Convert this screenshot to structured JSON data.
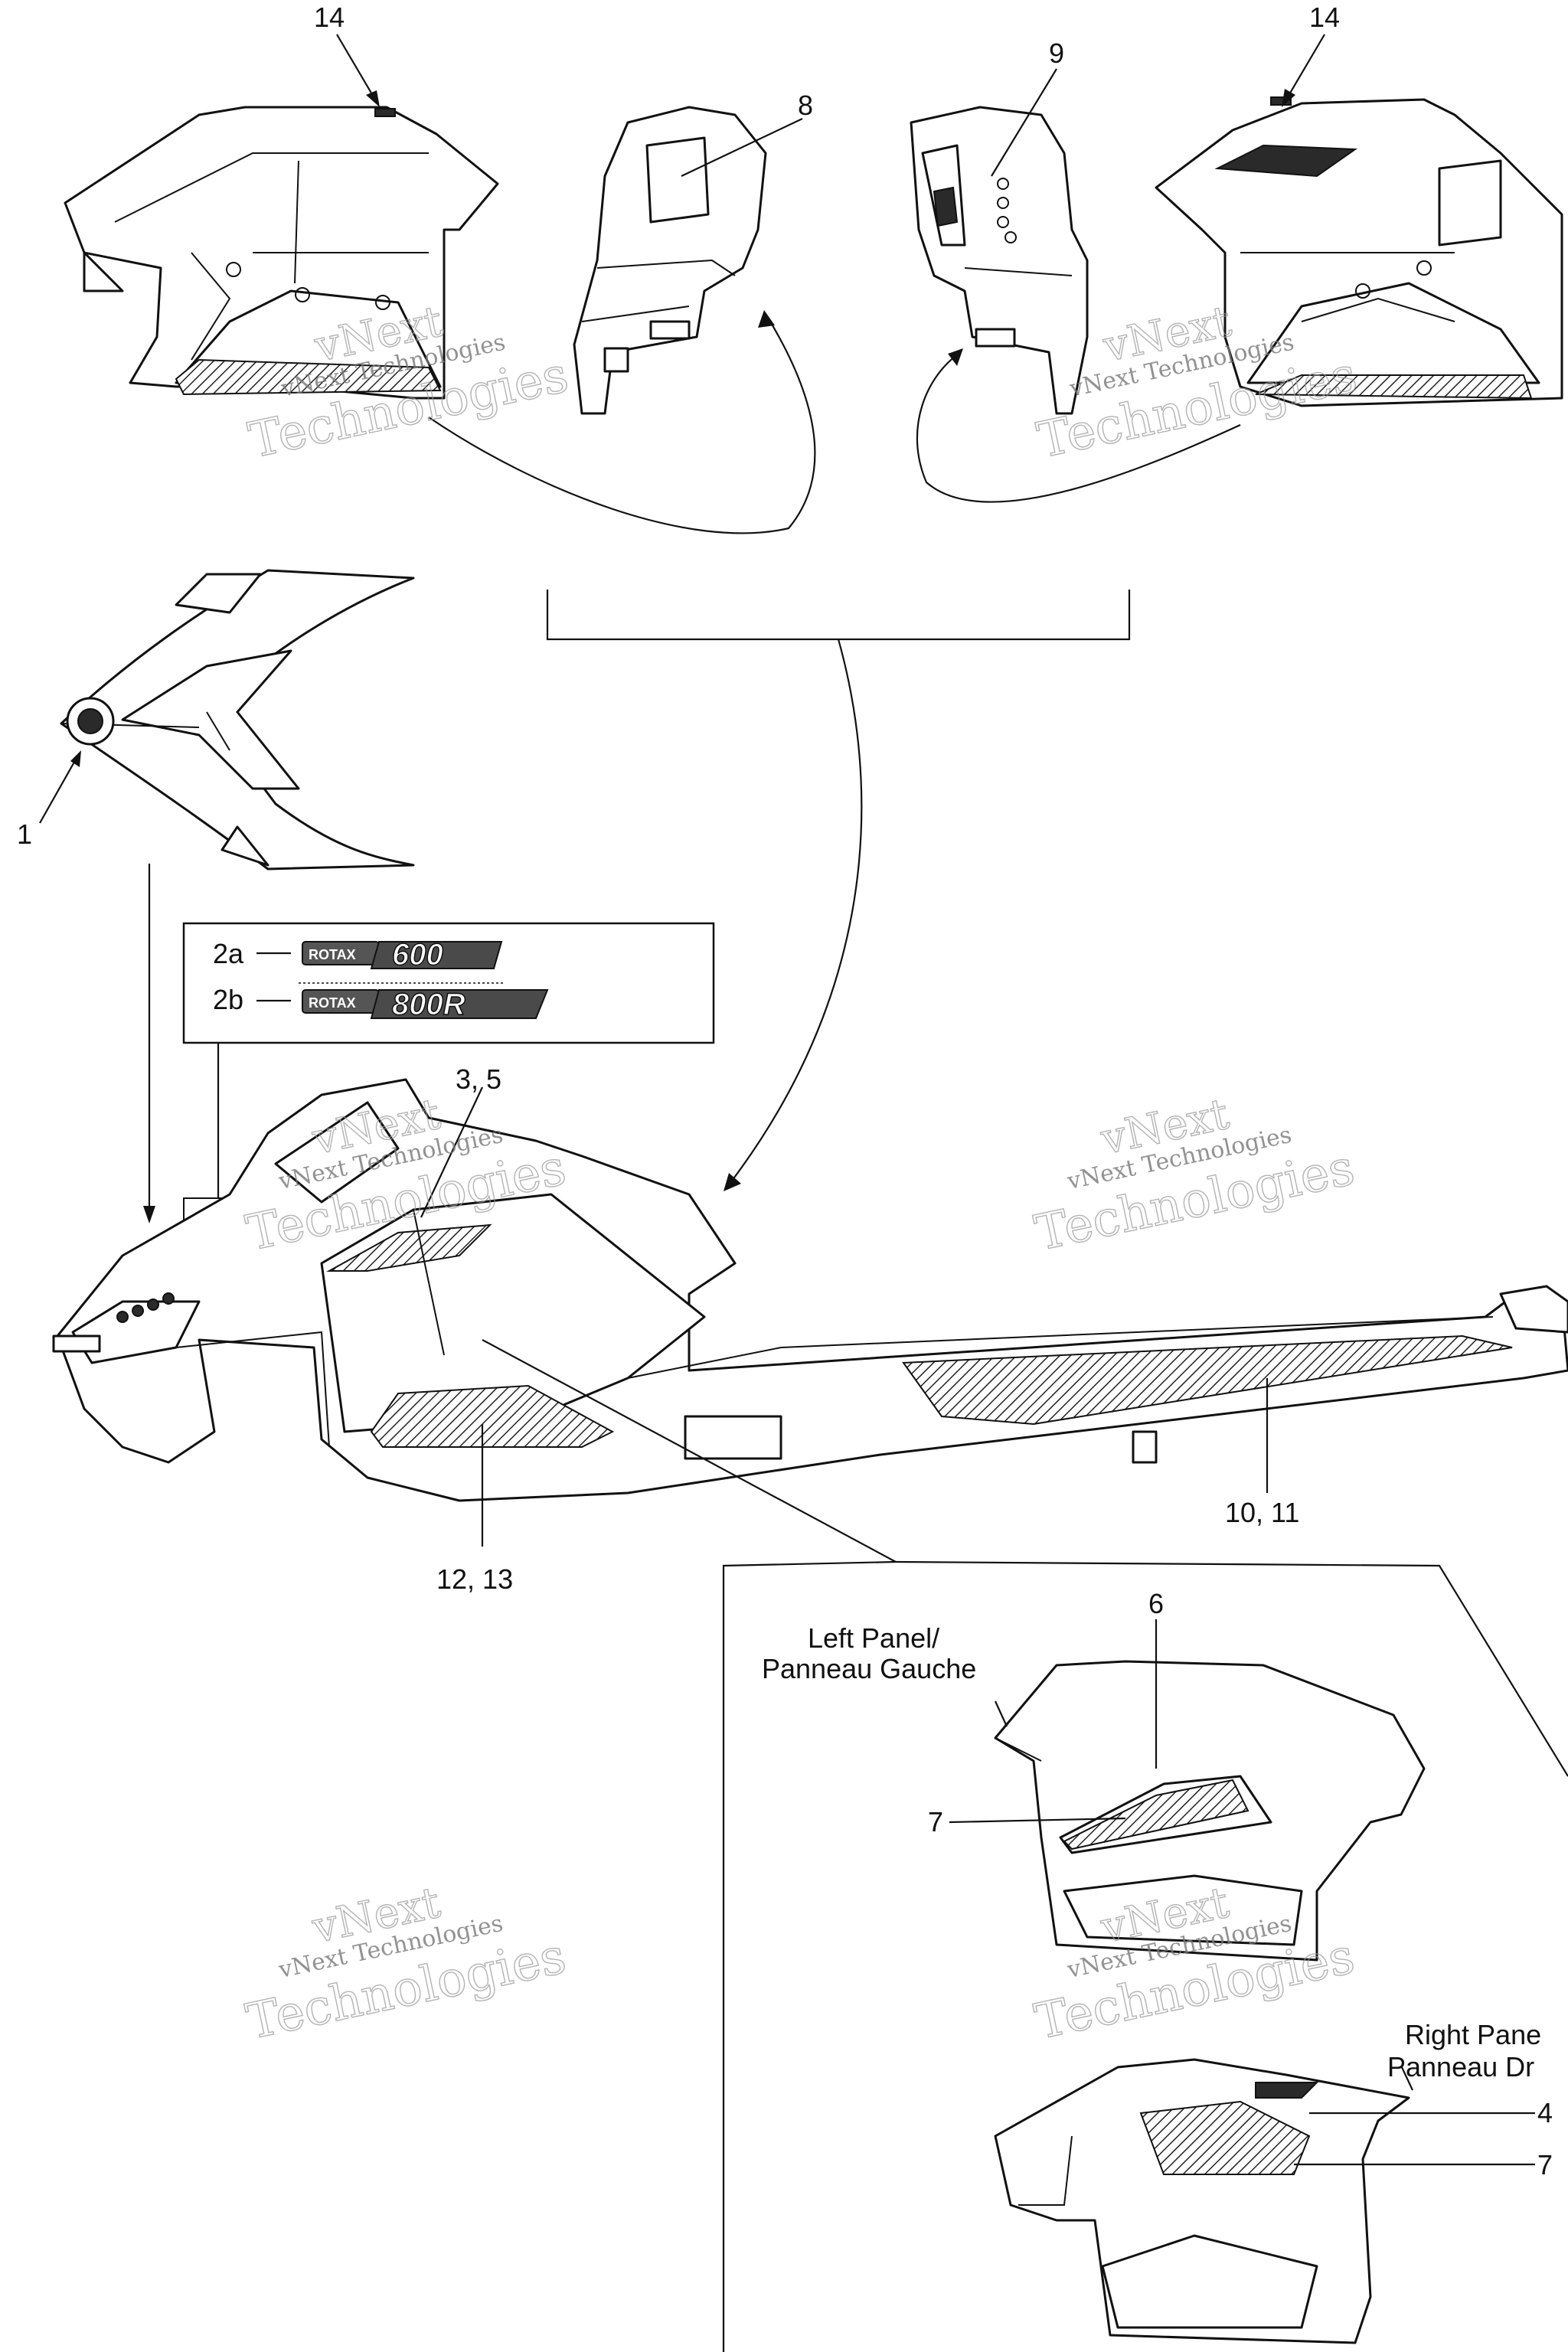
{
  "callouts": {
    "c14_left": "14",
    "c14_right": "14",
    "c8": "8",
    "c9": "9",
    "c1": "1",
    "c2a": "2a",
    "c2b": "2b",
    "c3_5": "3, 5",
    "c10_11": "10, 11",
    "c12_13": "12, 13",
    "c6": "6",
    "c7_left": "7",
    "c4": "4",
    "c7_right": "7"
  },
  "decals": {
    "rotax_small": "ROTAX",
    "engine_600": "600",
    "engine_800": "800R"
  },
  "inset": {
    "left_panel_en": "Left Panel/",
    "left_panel_fr": "Panneau Gauche",
    "right_panel_en": "Right Pane",
    "right_panel_fr": "Panneau Dr"
  },
  "watermark": {
    "brand_top": "vNext",
    "brand_line": "vNext Technologies",
    "brand_bottom": "Technologies"
  }
}
